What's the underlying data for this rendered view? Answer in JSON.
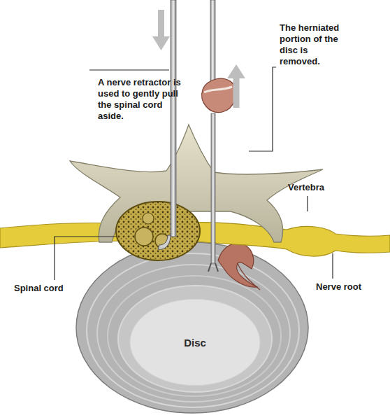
{
  "diagram": {
    "nodes": [
      {
        "text": [
          "Disc"
        ]
      }
    ],
    "labels": [
      "The herniated portion of the disc is removed.",
      "A nerve retractor is used to gently pull the spinal cord aside.",
      "Vertebra",
      "Spinal cord",
      "Nerve root"
    ]
  }
}
